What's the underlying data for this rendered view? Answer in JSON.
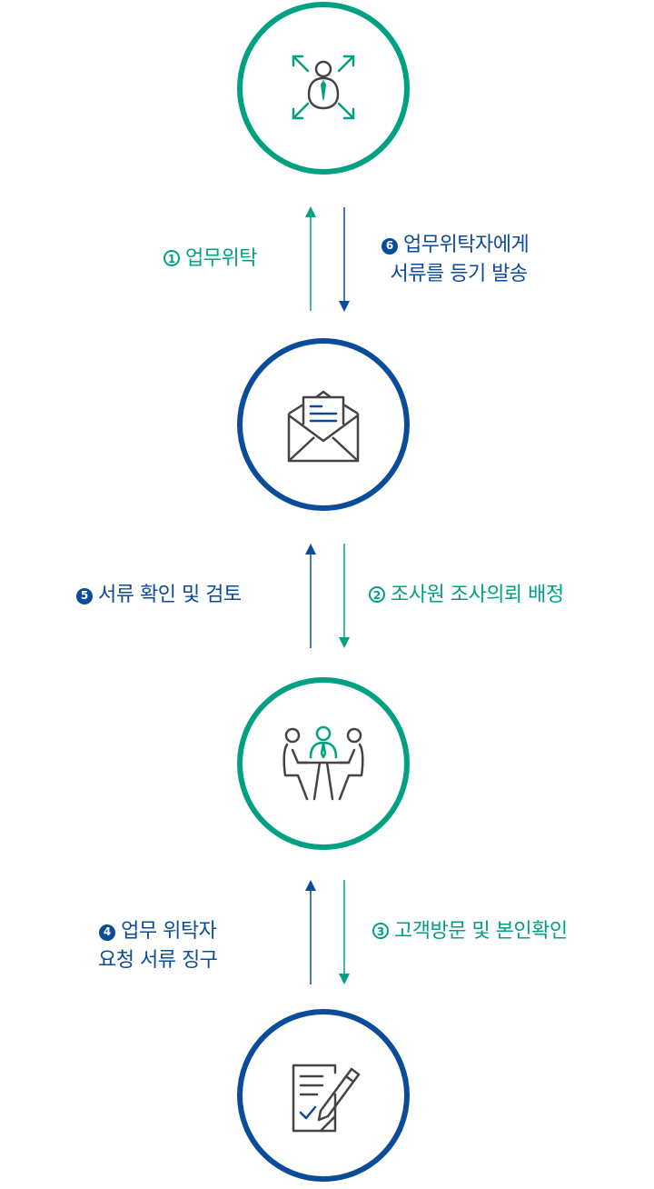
{
  "colors": {
    "green": "#00a082",
    "blue": "#0a4b9a",
    "icon": "#444444"
  },
  "nodes": [
    {
      "icon": "delegation-person-arrows-icon",
      "ring": "green"
    },
    {
      "icon": "open-envelope-document-icon",
      "ring": "blue"
    },
    {
      "icon": "meeting-people-table-icon",
      "ring": "green"
    },
    {
      "icon": "document-pen-sign-icon",
      "ring": "blue"
    }
  ],
  "steps": [
    {
      "num": "1",
      "lines": [
        "업무위탁"
      ]
    },
    {
      "num": "6",
      "lines": [
        "업무위탁자에게",
        "서류를 등기 발송"
      ]
    },
    {
      "num": "5",
      "lines": [
        "서류 확인 및 검토"
      ]
    },
    {
      "num": "2",
      "lines": [
        "조사원 조사의뢰 배정"
      ]
    },
    {
      "num": "4",
      "lines": [
        "업무 위탁자",
        "요청 서류 징구"
      ]
    },
    {
      "num": "3",
      "lines": [
        "고객방문 및 본인확인"
      ]
    }
  ]
}
